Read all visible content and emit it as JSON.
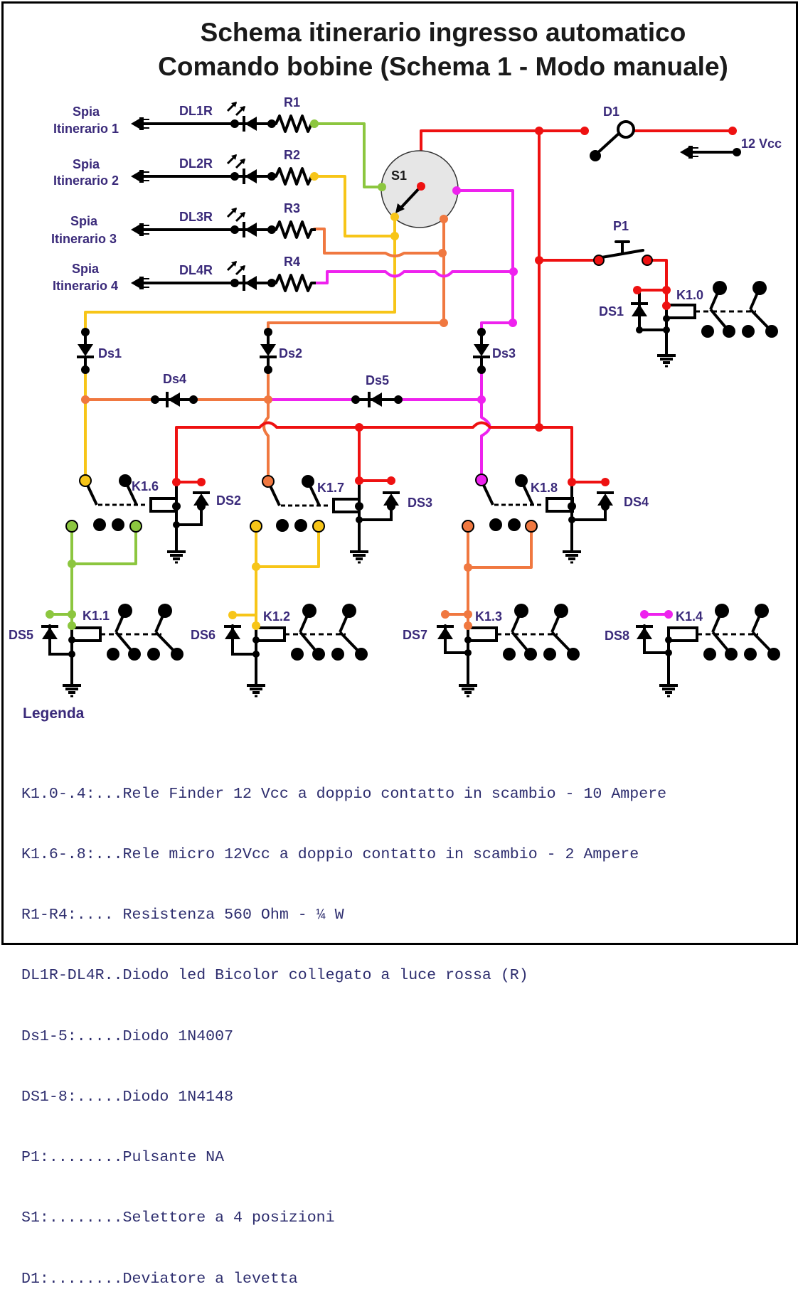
{
  "title": {
    "line1": "Schema itinerario ingresso automatico",
    "line2": "Comando bobine (Schema 1 - Modo manuale)"
  },
  "lamps": [
    {
      "spia": "Spia",
      "itinerario": "Itinerario 1",
      "led": "DL1R",
      "res": "R1"
    },
    {
      "spia": "Spia",
      "itinerario": "Itinerario 2",
      "led": "DL2R",
      "res": "R2"
    },
    {
      "spia": "Spia",
      "itinerario": "Itinerario 3",
      "led": "DL3R",
      "res": "R3"
    },
    {
      "spia": "Spia",
      "itinerario": "Itinerario 4",
      "led": "DL4R",
      "res": "R4"
    }
  ],
  "components": {
    "d1": "D1",
    "vcc": "12 Vcc",
    "p1": "P1",
    "s1": "S1",
    "k10": "K1.0",
    "ds1_big": "DS1",
    "ds1": "Ds1",
    "ds2": "Ds2",
    "ds3": "Ds3",
    "ds4": "Ds4",
    "ds5": "Ds5",
    "k16": "K1.6",
    "k17": "K1.7",
    "k18": "K1.8",
    "dsb2": "DS2",
    "dsb3": "DS3",
    "dsb4": "DS4",
    "k11": "K1.1",
    "k12": "K1.2",
    "k13": "K1.3",
    "k14": "K1.4",
    "dsb5": "DS5",
    "dsb6": "DS6",
    "dsb7": "DS7",
    "dsb8": "DS8"
  },
  "colors": {
    "red": "#ee1111",
    "green": "#8cc63f",
    "yellow": "#f7c518",
    "orange": "#f07840",
    "magenta": "#ee22ee",
    "black": "#000000",
    "label": "#3a2a7a",
    "selector_fill": "#e6e6e6"
  },
  "legend": {
    "title": "Legenda",
    "lines": [
      "K1.0-.4:...Rele Finder 12 Vcc a doppio contatto in scambio - 10 Ampere",
      "K1.6-.8:...Rele micro 12Vcc a doppio contatto in scambio - 2 Ampere",
      "R1-R4:.... Resistenza 560 Ohm - ¼ W",
      "DL1R-DL4R..Diodo led Bicolor collegato a luce rossa (R)",
      "Ds1-5:.....Diodo 1N4007",
      "DS1-8:.....Diodo 1N4148",
      "P1:........Pulsante NA",
      "S1:........Selettore a 4 posizioni",
      "D1:........Deviatore a levetta"
    ]
  }
}
